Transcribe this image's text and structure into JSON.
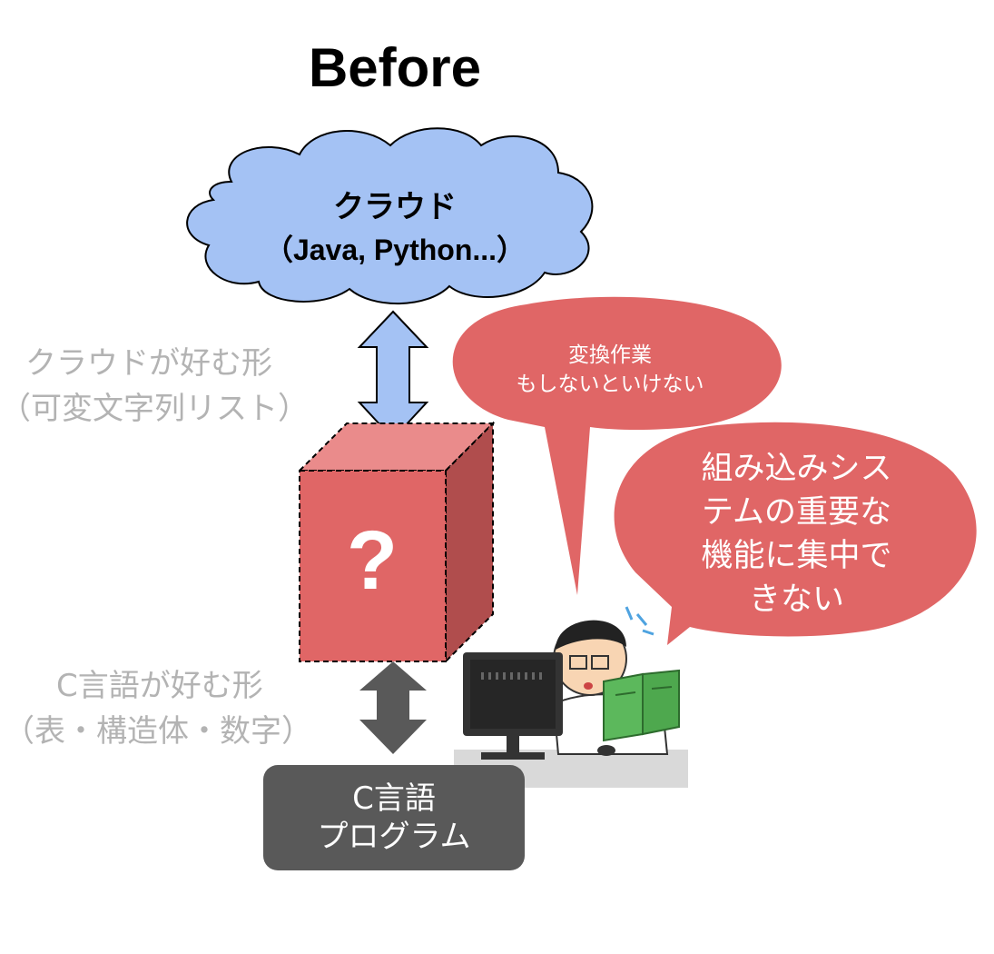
{
  "title": "Before",
  "cloud": {
    "line1": "クラウド",
    "line2": "（Java, Python...）",
    "fill": "#a4c2f4",
    "stroke": "#000000"
  },
  "labels": {
    "cloud_pref_line1": "クラウドが好む形",
    "cloud_pref_line2": "（可変文字列リスト）",
    "c_pref_line1": "C言語が好む形",
    "c_pref_line2": "（表・構造体・数字）"
  },
  "box": {
    "symbol": "?",
    "front_color": "#e06666",
    "top_color": "#ea8b8b",
    "side_color": "#b04d4d"
  },
  "c_program": {
    "line1": "C言語",
    "line2": "プログラム",
    "color": "#595959"
  },
  "bubbles": {
    "small_line1": "変換作業",
    "small_line2": "もしないといけない",
    "large_line1": "組み込みシス",
    "large_line2": "テムの重要な",
    "large_line3": "機能に集中で",
    "large_line4": "きない",
    "color": "#e06666"
  },
  "arrows": {
    "upper_color": "#a4c2f4",
    "lower_color": "#595959"
  },
  "illustration": {
    "icon": "confused-engineer-with-computer-and-book-icon",
    "book_color": "#5cb85c"
  }
}
